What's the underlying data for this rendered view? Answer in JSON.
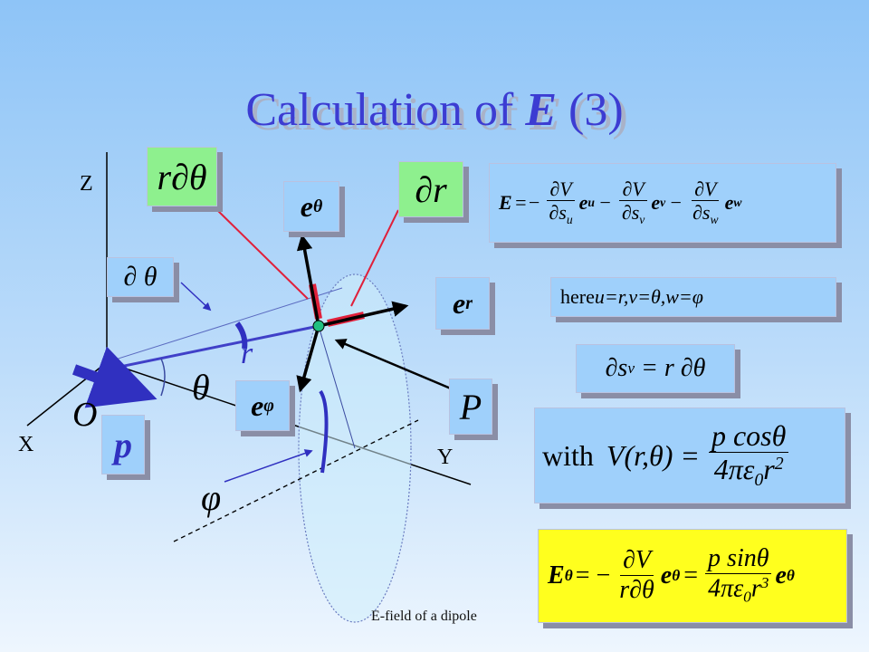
{
  "slide": {
    "title_prefix": "Calculation of ",
    "title_var": "E",
    "title_suffix": " (3)",
    "footer": "E-field of a dipole"
  },
  "labels": {
    "axis_z": "Z",
    "axis_x": "X",
    "axis_y": "Y",
    "origin": "O",
    "r": "r",
    "theta": "θ",
    "phi": "φ"
  },
  "boxes": {
    "r_dtheta": "r∂θ",
    "d_r": "∂r",
    "d_theta": "∂ θ",
    "e_theta_base": "e",
    "e_theta_sub": "θ",
    "e_r_base": "e",
    "e_r_sub": "r",
    "e_phi_base": "e",
    "e_phi_sub": "φ",
    "p": "p",
    "P": "P"
  },
  "equations": {
    "E_gradient": {
      "lhs": "E",
      "eq": "=−",
      "num": "∂V",
      "den1": "∂s",
      "sub1": "u",
      "vec1": "e",
      "vsub1": "u",
      "minus": "−",
      "den2": "∂s",
      "sub2": "v",
      "vec2": "e",
      "vsub2": "v",
      "den3": "∂s",
      "sub3": "w",
      "vec3": "e",
      "vsub3": "w"
    },
    "here": {
      "t1": "here ",
      "u": "u=r, ",
      "v": "v=θ ",
      "w": ",w=φ"
    },
    "ds_v": {
      "d": "∂s",
      "sub": "v",
      "rhs": " = r ∂θ"
    },
    "potential": {
      "with": "with",
      "lhs": "V(r,θ) =",
      "num": "p cosθ",
      "den": "4πε",
      "den_sub": "0",
      "den_r": "r",
      "den_pow": "2"
    },
    "E_theta": {
      "lhs": "E",
      "lhs_sub": "θ",
      "eq": "= −",
      "num1": "∂V",
      "den1": "r∂θ",
      "vec": "e",
      "vec_sub": "θ",
      "eq2": "=",
      "num2": "p sinθ",
      "den2": "4πε",
      "den2_sub": "0",
      "den2_r": "r",
      "den2_pow": "3",
      "vec2": "e",
      "vec2_sub": "θ"
    }
  },
  "colors": {
    "title": "#3c3cd2",
    "dipole_ray": "#4040c8",
    "pointer_red": "#e0203a",
    "box_blue": "#9fd0fb",
    "box_green": "#8ef08e",
    "box_yellow": "#ffff1e"
  }
}
